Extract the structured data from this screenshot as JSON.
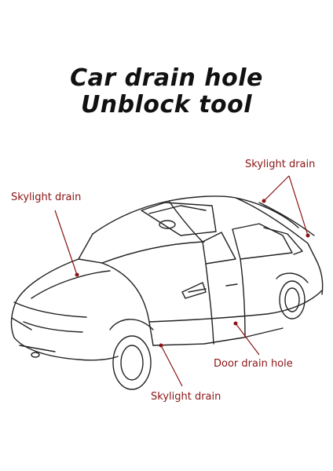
{
  "title": {
    "line1": "Car drain hole",
    "line2": "Unblock tool"
  },
  "callouts": {
    "skylight_top_right": "Skylight drain",
    "skylight_left": "Skylight drain",
    "door_drain": "Door drain hole",
    "skylight_bottom": "Skylight drain"
  },
  "colors": {
    "callout": "#8b1414",
    "line_art": "#222222",
    "title": "#111111"
  }
}
